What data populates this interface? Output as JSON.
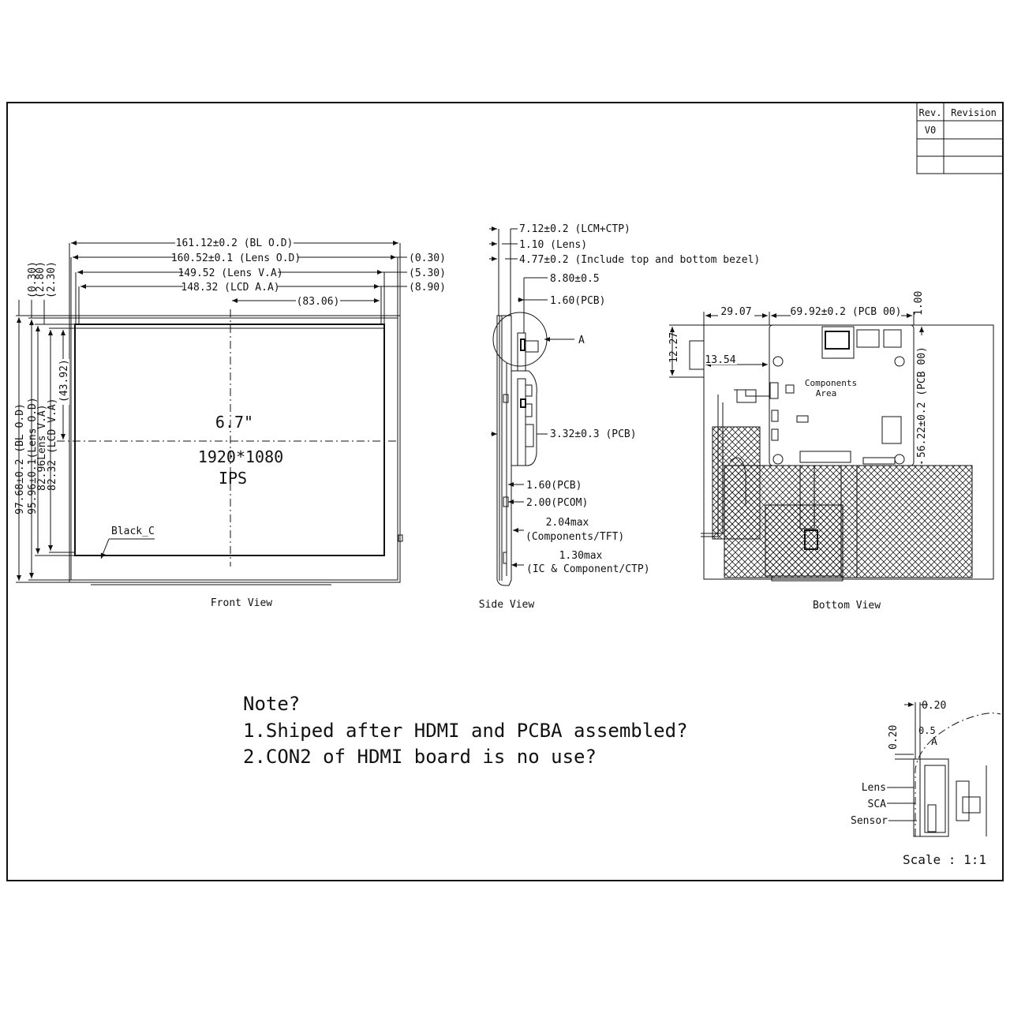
{
  "revision_table": {
    "rev_header": "Rev.",
    "revision_header": "Revision",
    "rows": [
      {
        "rev": "V0",
        "revision": ""
      },
      {
        "rev": "",
        "revision": ""
      }
    ]
  },
  "front_view": {
    "caption": "Front View",
    "h_dims": [
      "161.12±0.2 (BL O.D)",
      "160.52±0.1 (Lens O.D)",
      "149.52 (Lens V.A)",
      "148.32 (LCD A.A)"
    ],
    "h_center": "(83.06)",
    "right_dims": [
      "(0.30)",
      "(5.30)",
      "(8.90)"
    ],
    "top_dims": [
      "(0.30)",
      "(2.80)",
      "(2.30)"
    ],
    "v_dims": [
      "97.68±0.2 (BL O.D)",
      "95.96±0.1(Lens O.D)",
      "82.96Lens V.A)",
      "82.32 (LCD V.A)"
    ],
    "v_center": "(43.92)",
    "size": "6.7\"",
    "resolution": "1920*1080",
    "panel": "IPS",
    "bezel_label": "Black_C"
  },
  "side_view": {
    "caption": "Side View",
    "dims": [
      "7.12±0.2 (LCM+CTP)",
      "1.10 (Lens)",
      "4.77±0.2 (Include top and bottom bezel)",
      "8.80±0.5",
      "1.60(PCB)",
      "3.32±0.3 (PCB)",
      "1.60(PCB)",
      "2.00(PCOM)"
    ],
    "detail_ref": "A",
    "comp_tft_1": "2.04max",
    "comp_tft_2": "(Components/TFT)",
    "ic_ctp_1": "1.30max",
    "ic_ctp_2": "(IC & Component/CTP)"
  },
  "bottom_view": {
    "caption": "Bottom View",
    "dim_left": "29.07",
    "dim_pcb_w": "69.92±0.2 (PCB 00)",
    "dim_top": "1.00",
    "dim_pcb_h": "56.22±0.2 (PCB 00)",
    "dim_12": "12.27",
    "dim_13": "13.54",
    "components_1": "Components",
    "components_2": "Area"
  },
  "notes": {
    "title": "Note?",
    "line1": "1.Shiped after HDMI and PCBA assembled?",
    "line2": "2.CON2 of HDMI board is no use?"
  },
  "detail": {
    "d_top": "0.20",
    "d_left": "0.20",
    "ref": "A",
    "angle": "0.5",
    "lens": "Lens",
    "sca": "SCA",
    "sensor": "Sensor"
  },
  "scale": "Scale :  1:1"
}
